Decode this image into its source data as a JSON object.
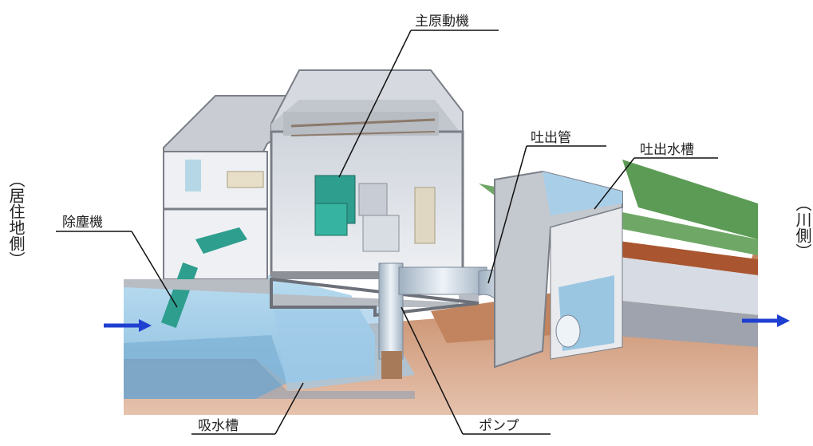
{
  "labels": {
    "main_engine": "主原動機",
    "discharge_pipe": "吐出管",
    "discharge_tank": "吐出水槽",
    "dust_remover": "除塵機",
    "suction_tank": "吸水槽",
    "pump": "ポンプ"
  },
  "sides": {
    "left": "（居住地側）",
    "right": "（川側）"
  },
  "colors": {
    "water": "#a9cfe8",
    "water_dark": "#6fa3c9",
    "soil": "#c98f6d",
    "soil_dark": "#9a5a3c",
    "ground": "#5b9b55",
    "concrete": "#d9dbe0",
    "concrete_dark": "#8d9097",
    "machine": "#2e9e8e",
    "arrow": "#1f3fd1"
  }
}
